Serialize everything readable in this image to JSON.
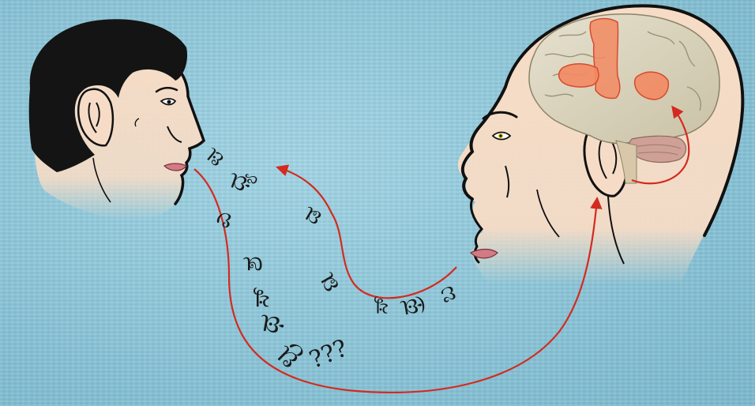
{
  "scene": {
    "colors": {
      "background": "#8fc9db",
      "skin": "#f6dcc6",
      "hair": "#141414",
      "lips": "#d27b85",
      "arrow": "#d42a1f",
      "brain_active": "#f28a62"
    },
    "speech_left": [
      "ಪ",
      "ಧ್ಯ",
      "ಎ",
      "ಡ",
      "ಶ",
      "ಸ್",
      "ಥ",
      "ಮ"
    ],
    "speech_right": [
      "ಬ",
      "ಥ್ರ",
      "ಸ್",
      "ಡ",
      "ಮ"
    ],
    "question": "???"
  }
}
